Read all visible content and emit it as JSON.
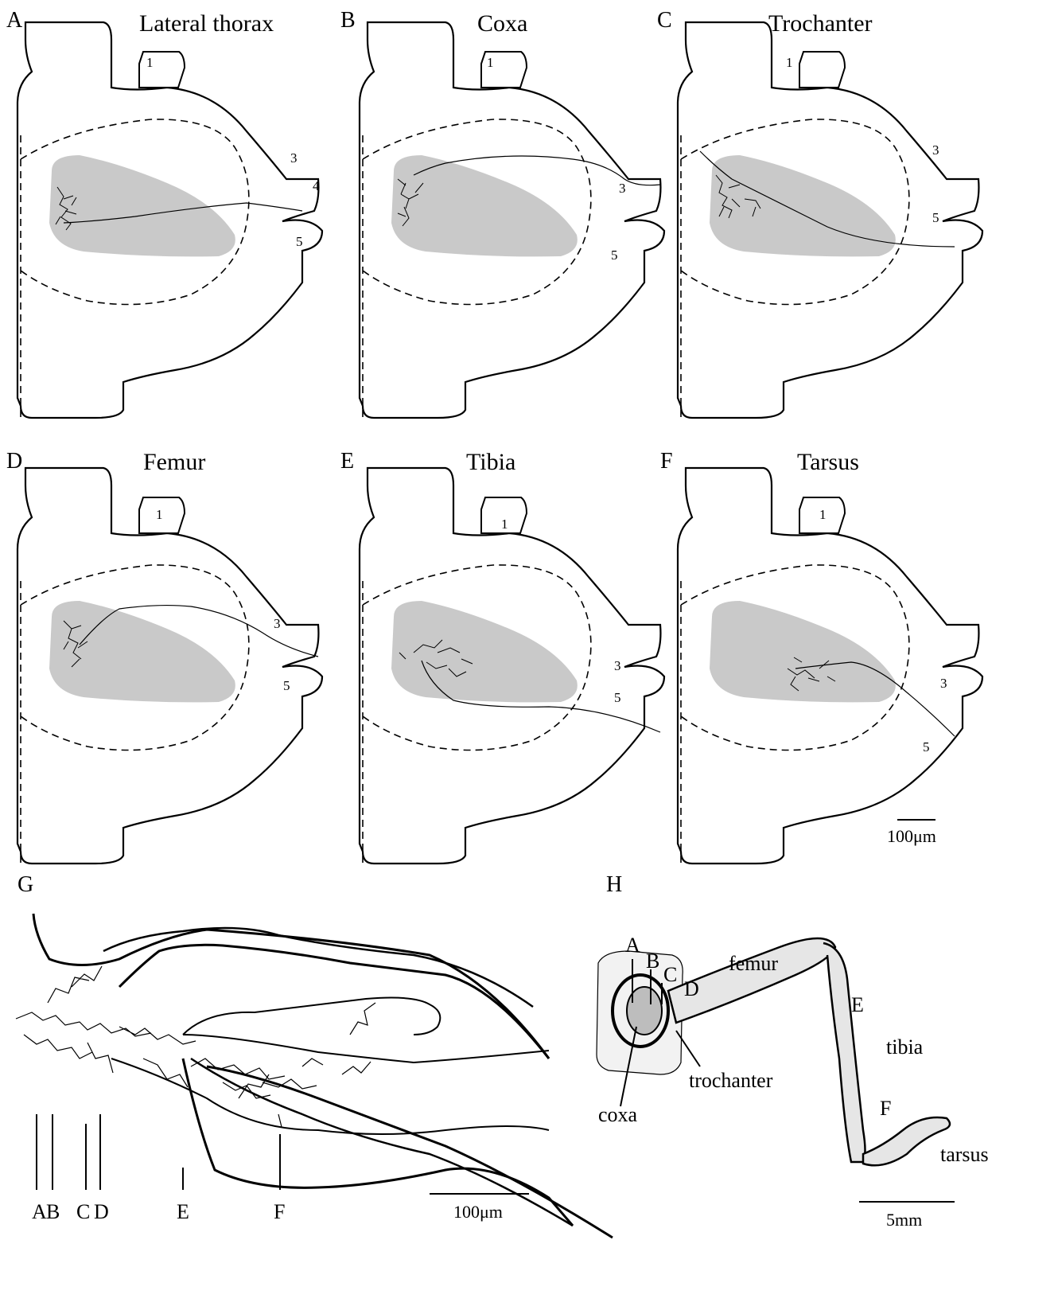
{
  "panels": [
    {
      "letter": "A",
      "title": "Lateral thorax",
      "nerves": [
        "1",
        "3",
        "4",
        "5"
      ]
    },
    {
      "letter": "B",
      "title": "Coxa",
      "nerves": [
        "1",
        "3",
        "5"
      ]
    },
    {
      "letter": "C",
      "title": "Trochanter",
      "nerves": [
        "1",
        "3",
        "5"
      ]
    },
    {
      "letter": "D",
      "title": "Femur",
      "nerves": [
        "1",
        "3",
        "5"
      ]
    },
    {
      "letter": "E",
      "title": "Tibia",
      "nerves": [
        "1",
        "3",
        "5"
      ]
    },
    {
      "letter": "F",
      "title": "Tarsus",
      "nerves": [
        "1",
        "3",
        "5"
      ]
    }
  ],
  "scalebars": {
    "ganglion": "100μm",
    "overlay": "100μm",
    "leg": "5mm"
  },
  "panel_g": {
    "letter": "G",
    "markers": [
      "A",
      "B",
      "C",
      "D",
      "E",
      "F"
    ]
  },
  "panel_h": {
    "letter": "H",
    "markers": [
      "A",
      "B",
      "C",
      "D",
      "E",
      "F"
    ],
    "segments": {
      "femur": "femur",
      "tibia": "tibia",
      "coxa": "coxa",
      "trochanter": "trochanter",
      "tarsus": "tarsus"
    }
  }
}
